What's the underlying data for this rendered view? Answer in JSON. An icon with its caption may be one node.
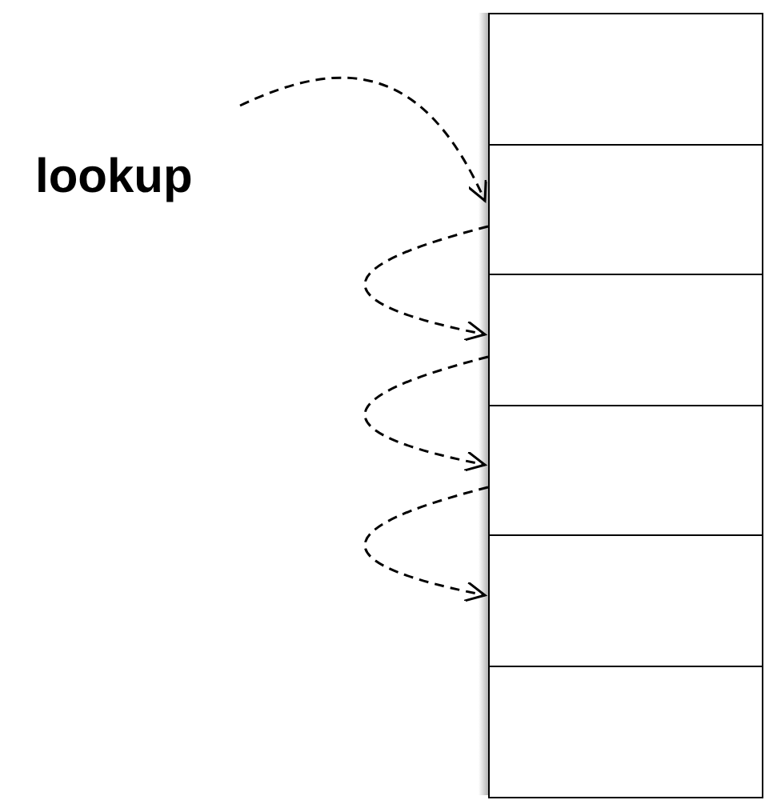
{
  "diagram": {
    "nodes": [
      {
        "text": [],
        "shape": "box"
      },
      {
        "text": [],
        "shape": "box"
      },
      {
        "text": [],
        "shape": "box"
      },
      {
        "text": [],
        "shape": "box"
      },
      {
        "text": [],
        "shape": "box"
      },
      {
        "text": [],
        "shape": "box"
      }
    ],
    "edges": [
      {
        "from": null,
        "to": 1,
        "arrow": "to",
        "style": "dashed"
      },
      {
        "from": 1,
        "to": 2,
        "arrow": "to",
        "style": "dashed"
      },
      {
        "from": 2,
        "to": 3,
        "arrow": "to",
        "style": "dashed"
      },
      {
        "from": 3,
        "to": 4,
        "arrow": "to",
        "style": "dashed"
      }
    ],
    "labels": [
      "lookup"
    ]
  }
}
